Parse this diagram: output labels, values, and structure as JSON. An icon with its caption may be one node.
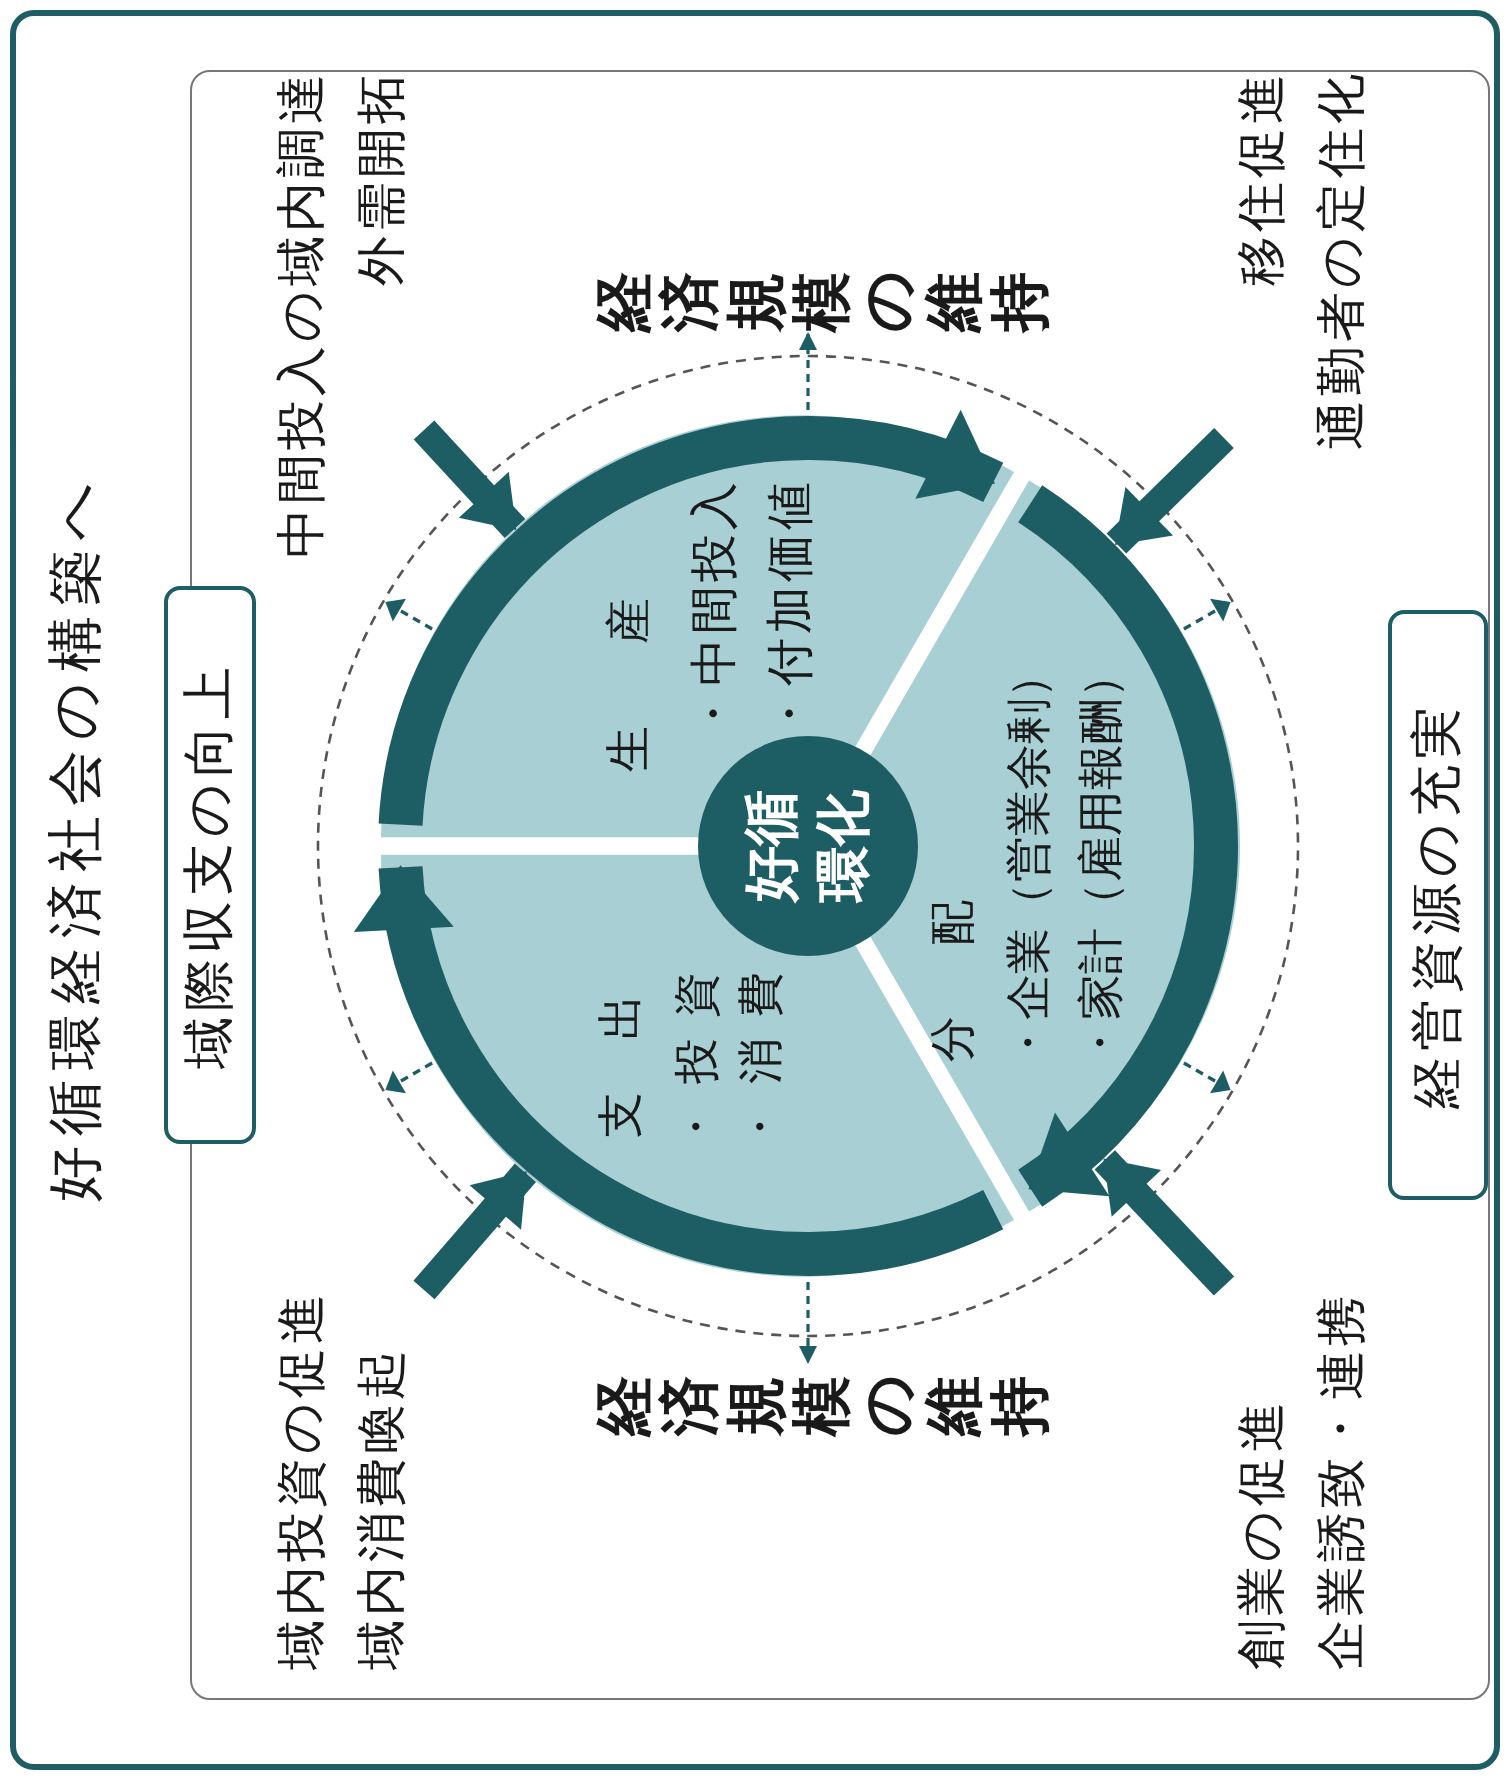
{
  "diagram": {
    "title": "好循環経済社会の構築へ",
    "nodes": [
      {
        "text": [
          "好循環化"
        ]
      },
      {
        "text": [
          "生産",
          "・中間投入",
          "・付加価値"
        ]
      },
      {
        "text": [
          "分配",
          "・企業（営業余剰）",
          "・家計（雇用報酬）"
        ]
      },
      {
        "text": [
          "支出",
          "・投資",
          "・消費"
        ]
      },
      {
        "text": [
          "中間投入の域内調達",
          "外需開拓"
        ]
      },
      {
        "text": [
          "移住促進",
          "通勤者の定住化"
        ]
      },
      {
        "text": [
          "域内投資の促進",
          "域内消費喚起"
        ]
      },
      {
        "text": [
          "創業の促進",
          "企業誘致・連携"
        ]
      },
      {
        "text": [
          "域際収支の向上"
        ]
      },
      {
        "text": [
          "経営資源の充実"
        ]
      },
      {
        "text": [
          "経済規模の維持"
        ]
      },
      {
        "text": [
          "経済規模の維持"
        ]
      }
    ],
    "edges": [
      {
        "from": 3,
        "to": 1,
        "arrow": "to"
      },
      {
        "from": 1,
        "to": 2,
        "arrow": "to"
      },
      {
        "from": 2,
        "to": 3,
        "arrow": "to"
      },
      {
        "from": 4,
        "to": 1,
        "arrow": "to"
      },
      {
        "from": 5,
        "to": 2,
        "arrow": "to"
      },
      {
        "from": 6,
        "to": 3,
        "arrow": "to"
      },
      {
        "from": 7,
        "to": 2,
        "arrow": "to"
      },
      {
        "from": 1,
        "to": 10,
        "arrow": "to",
        "style": "dashed"
      },
      {
        "from": 3,
        "to": 11,
        "arrow": "to",
        "style": "dashed"
      }
    ]
  }
}
